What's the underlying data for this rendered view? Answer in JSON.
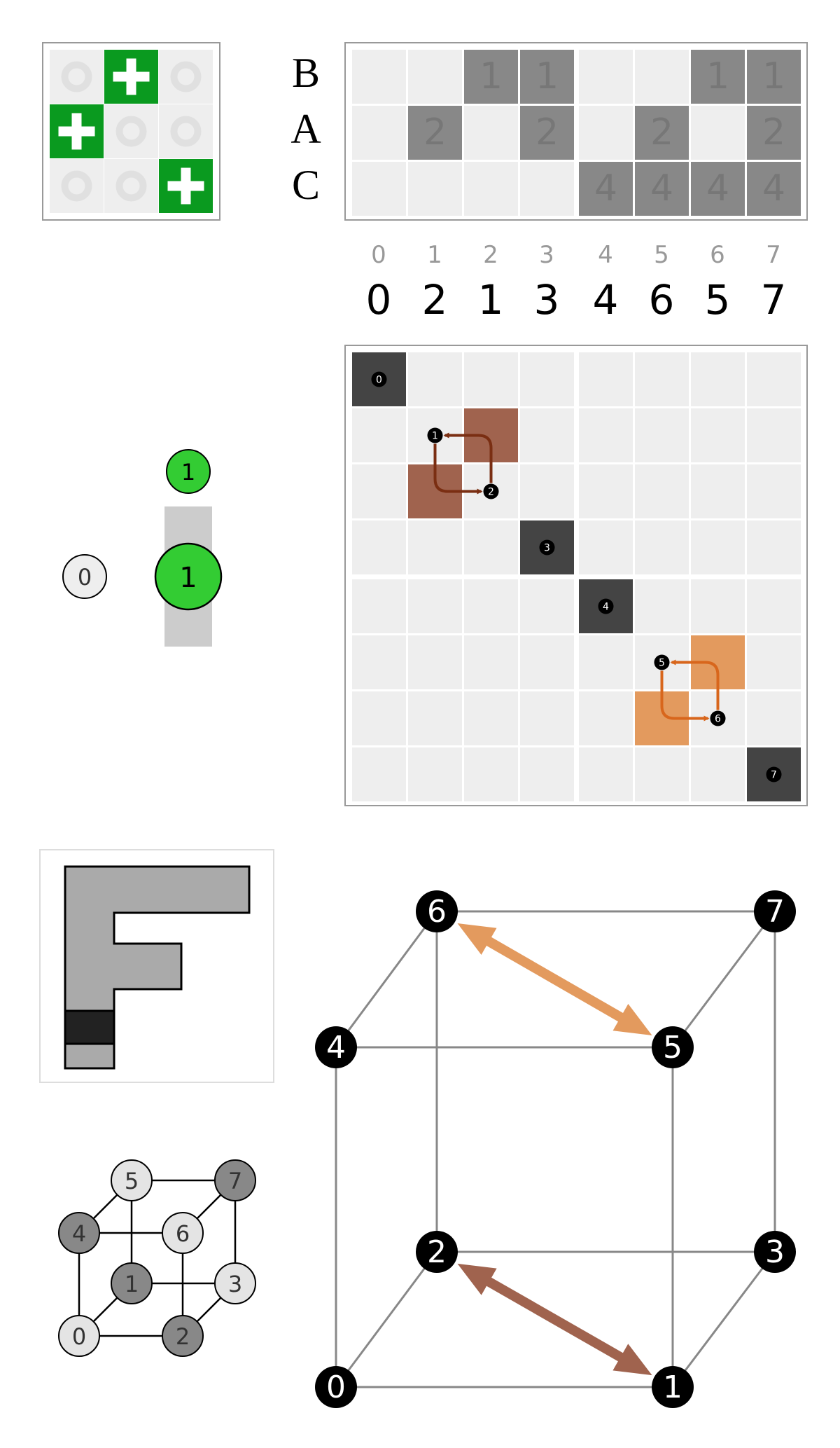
{
  "colors": {
    "green": "#0a9a1f",
    "bright_green": "#33cc33",
    "cell_light": "#eeeeee",
    "cell_dark_gray": "#888888",
    "node_dark": "#444444",
    "brown": "#a0634e",
    "brown_arrow": "#7a2e12",
    "orange": "#e39a5e",
    "orange_arrow": "#d8661c",
    "frame": "#999999",
    "edge": "#888888"
  },
  "truth_grid": {
    "rows": [
      {
        "label": "B",
        "cells": [
          "",
          "",
          "1",
          "1",
          "",
          "",
          "1",
          "1"
        ]
      },
      {
        "label": "A",
        "cells": [
          "",
          "2",
          "",
          "2",
          "",
          "2",
          "",
          "2"
        ]
      },
      {
        "label": "C",
        "cells": [
          "",
          "",
          "",
          "",
          "4",
          "4",
          "4",
          "4"
        ]
      }
    ]
  },
  "indices": {
    "original": [
      "0",
      "1",
      "2",
      "3",
      "4",
      "5",
      "6",
      "7"
    ],
    "permuted": [
      "0",
      "2",
      "1",
      "3",
      "4",
      "6",
      "5",
      "7"
    ]
  },
  "tic_tac_toe": {
    "grid": [
      [
        "circle",
        "plus",
        "circle"
      ],
      [
        "plus",
        "circle",
        "circle"
      ],
      [
        "circle",
        "circle",
        "plus"
      ]
    ]
  },
  "gate": {
    "control_label": "0",
    "top_label": "1",
    "target_label": "1"
  },
  "permutation_matrix": {
    "size": 8,
    "diagonal": [
      "0",
      "3",
      "4",
      "7"
    ],
    "swap_pairs": [
      {
        "a": "1",
        "b": "2",
        "color": "brown"
      },
      {
        "a": "5",
        "b": "6",
        "color": "orange"
      }
    ]
  },
  "cube_small": {
    "nodes": [
      {
        "label": "0",
        "shade": "light"
      },
      {
        "label": "1",
        "shade": "dark"
      },
      {
        "label": "2",
        "shade": "dark"
      },
      {
        "label": "3",
        "shade": "light"
      },
      {
        "label": "4",
        "shade": "dark"
      },
      {
        "label": "5",
        "shade": "light"
      },
      {
        "label": "6",
        "shade": "light"
      },
      {
        "label": "7",
        "shade": "dark"
      }
    ]
  },
  "cube_large": {
    "nodes": [
      "0",
      "1",
      "2",
      "3",
      "4",
      "5",
      "6",
      "7"
    ],
    "swaps": [
      {
        "a": "2",
        "b": "1",
        "color": "brown"
      },
      {
        "a": "6",
        "b": "5",
        "color": "orange"
      }
    ]
  }
}
